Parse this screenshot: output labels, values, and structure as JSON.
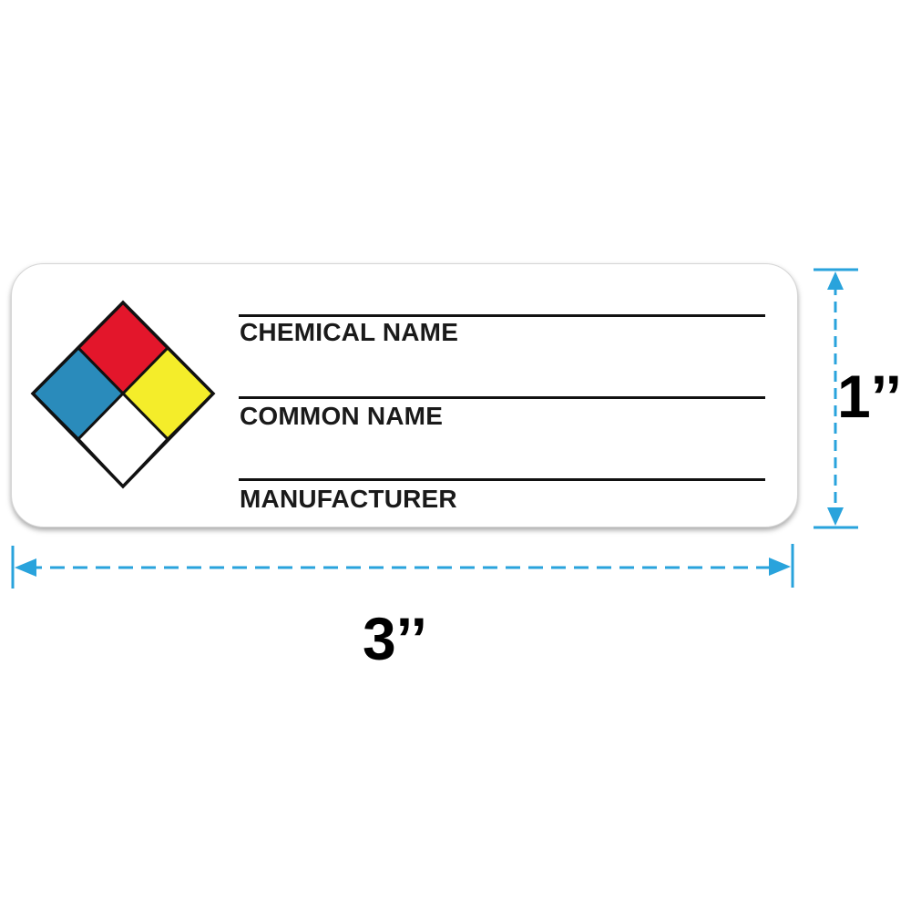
{
  "label": {
    "fields": [
      {
        "text": "CHEMICAL NAME"
      },
      {
        "text": "COMMON NAME"
      },
      {
        "text": "MANUFACTURER"
      }
    ],
    "diamond_colors": {
      "top": "#e3162b",
      "left": "#2a8bbb",
      "right": "#f4ed2a",
      "bottom": "#ffffff"
    }
  },
  "dimensions": {
    "height_label": "1’’",
    "width_label": "3’’",
    "line_color": "#29a3dc"
  }
}
